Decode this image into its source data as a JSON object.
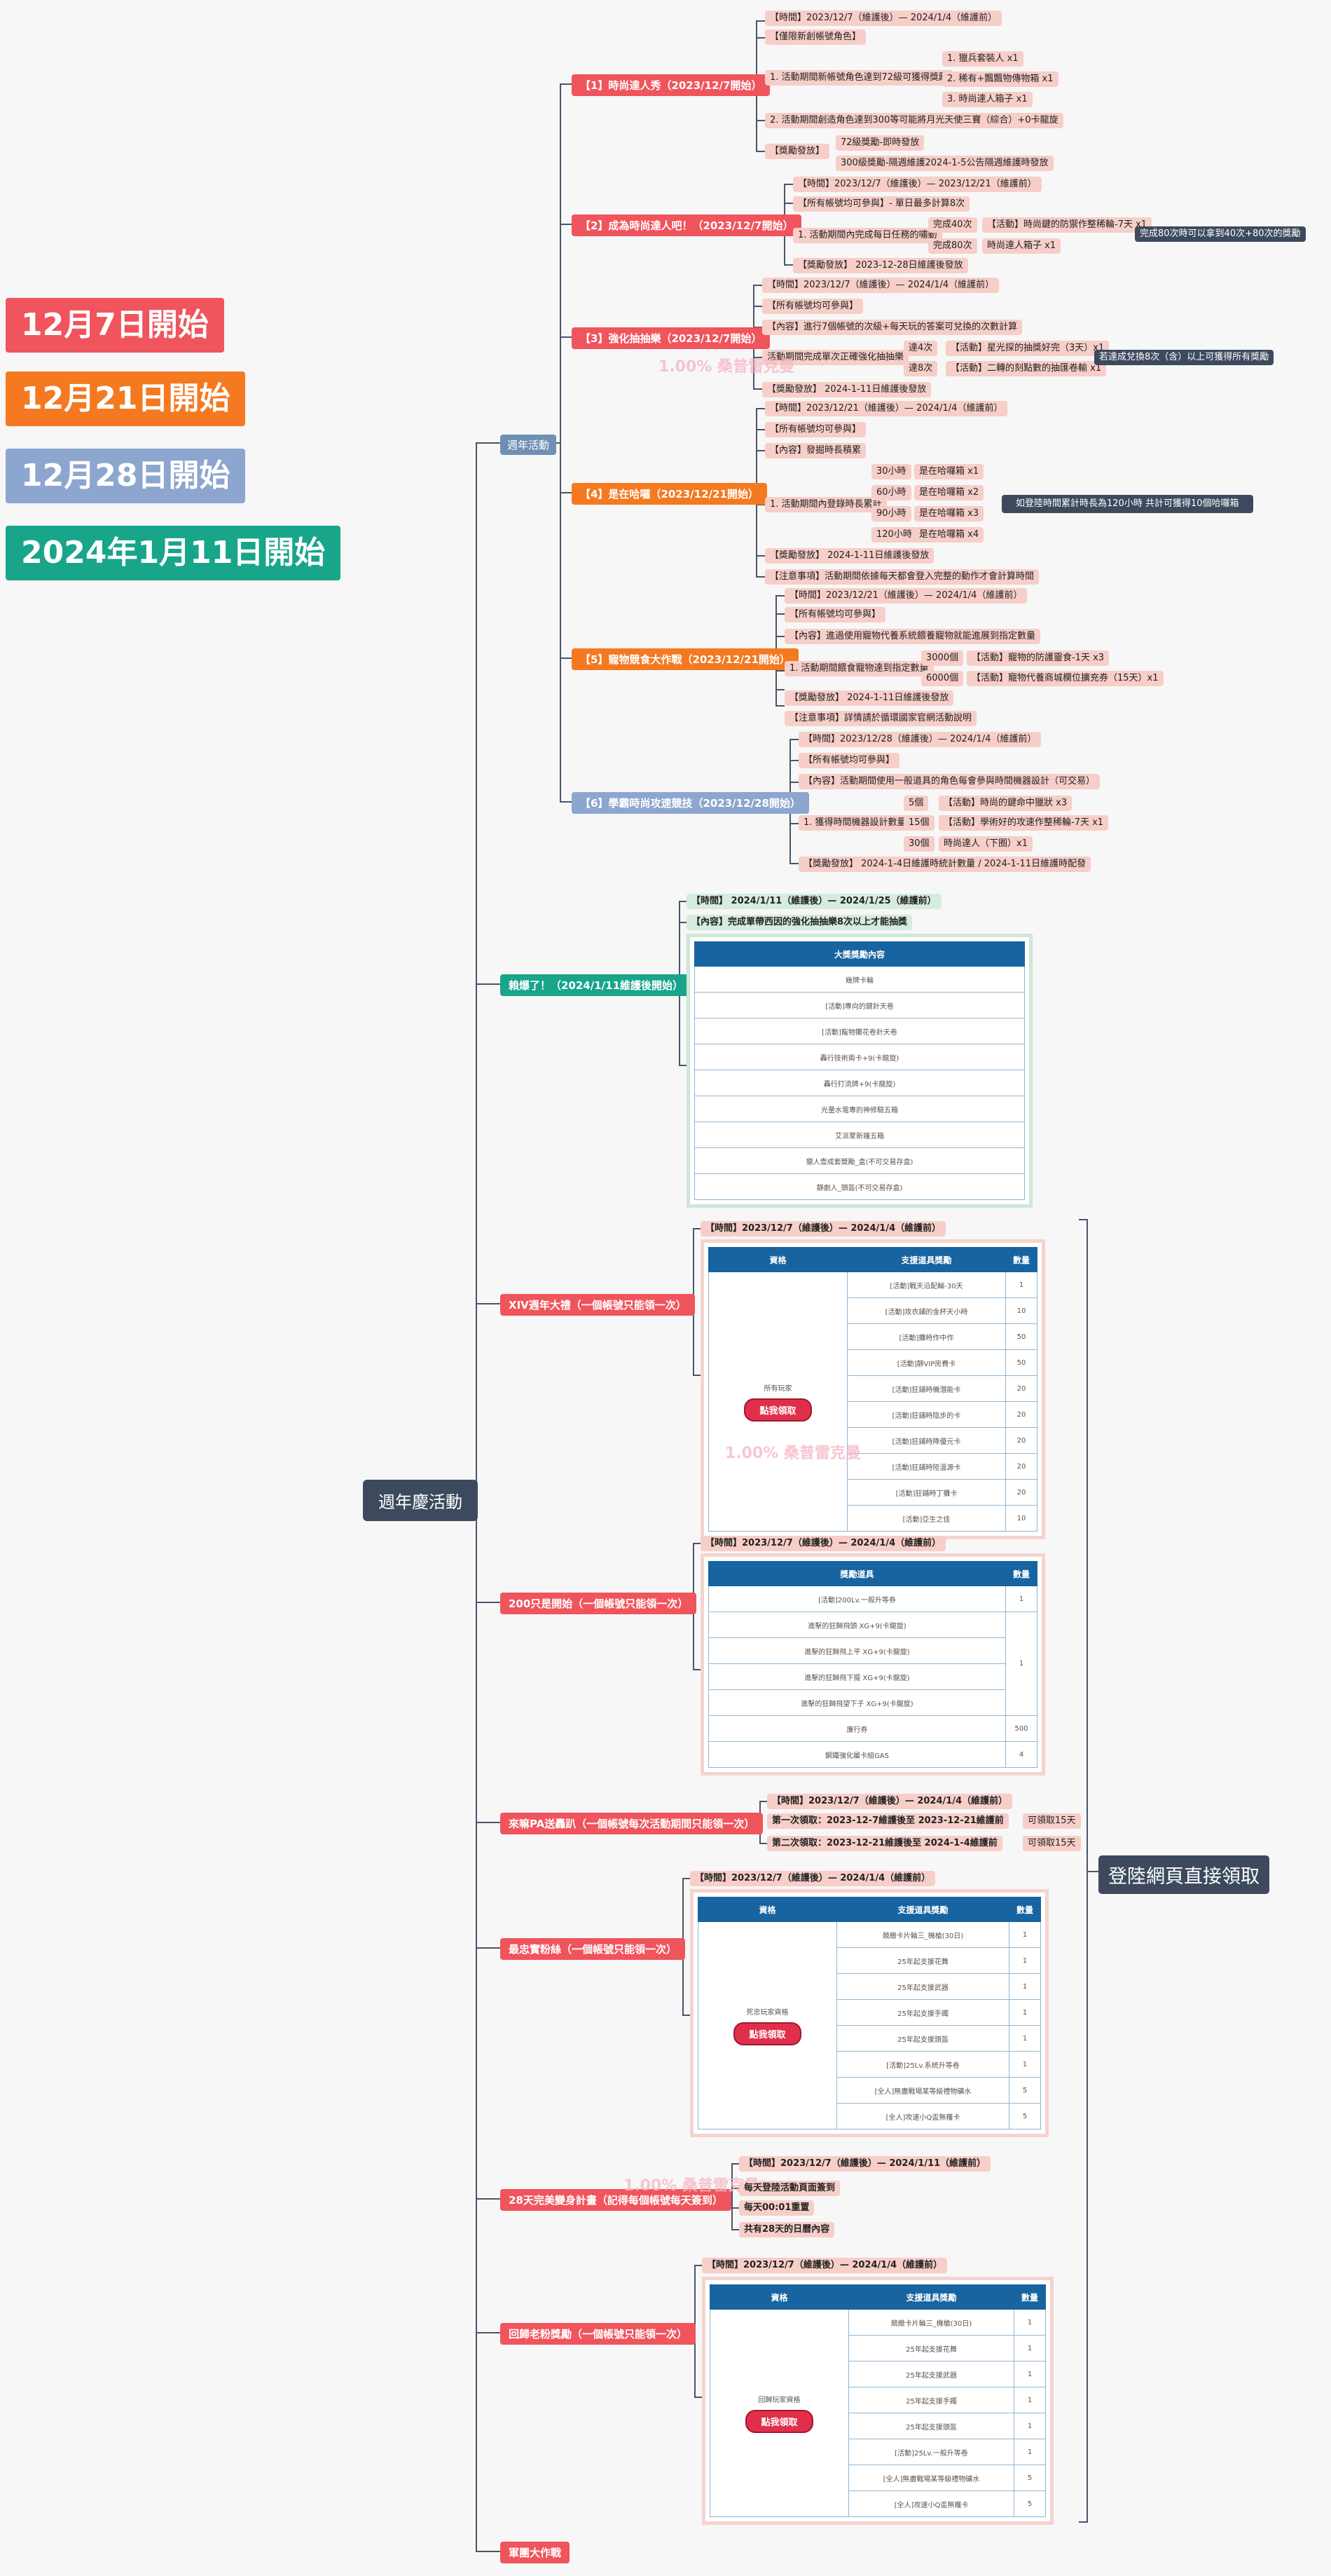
{
  "legend": [
    {
      "label": "12月7日開始",
      "color": "#f0545c"
    },
    {
      "label": "12月21日開始",
      "color": "#f47920"
    },
    {
      "label": "12月28日開始",
      "color": "#8da6cf"
    },
    {
      "label": "2024年1月11日開始",
      "color": "#18a58a"
    }
  ],
  "root": "週年慶活動",
  "week": {
    "label": "週年活動",
    "e1": {
      "title": "【1】時尚達人秀（2023/12/7開始）",
      "time": "【時間】2023/12/7（維護後）— 2024/1/4（維護前）",
      "req": "【僅限新創帳號角色】",
      "rule": "1. 活動期間新帳號角色達到72級可獲得獎勵",
      "r1": "1. 獵兵套裝人 x1",
      "r2": "2. 稀有+飄飄物傳物箱 x1",
      "r3": "3. 時尚達人箱子 x1",
      "rule2": "2. 活動期間創造角色達到300等可能將月光天使三寶（綜合）+0卡龍旋",
      "reward": "【獎勵發放】",
      "rw1": "72級獎勵-即時發放",
      "rw2": "300級獎勵-隔週維護2024-1-5公告隔週維護時發放"
    },
    "e2": {
      "title": "【2】成為時尚達人吧！（2023/12/7開始）",
      "time": "【時間】2023/12/7（維護後）— 2023/12/21（維護前）",
      "req": "【所有帳號均可參與】- 單日最多計算8次",
      "rule": "1. 活動期間內完成每日任務的嘯動",
      "c1": "完成40次",
      "c1r": "【活動】時尚鍵的防禦作整稀輪-7天 x1",
      "c2": "完成80次",
      "c2r": "時尚達人箱子 x1",
      "reward": "【獎勵發放】 2023-12-28日維護後發放",
      "note": "完成80次時可以拿到40次+80次的獎勵"
    },
    "e3": {
      "title": "【3】強化抽抽樂（2023/12/7開始）",
      "time": "【時間】2023/12/7（維護後）— 2024/1/4（維護前）",
      "req": "【所有帳號均可參與】",
      "content": "【內容】進行7個帳號的次級+每天玩的答案可兌換的次數計算",
      "rule": "活動期間完成單次正確強化抽抽樂",
      "t1": "達4次",
      "t1r": "【活動】星光探的抽獎好完（3天）x1",
      "t2": "達8次",
      "t2r": "【活動】二轉的刻點數的抽匯卷輸 x1",
      "reward": "【獎勵發放】 2024-1-11日維護後發放",
      "note": "若達成兌換8次（含）以上可獲得所有獎勵"
    },
    "e4": {
      "title": "【4】是在哈囉（2023/12/21開始）",
      "time": "【時間】2023/12/21（維護後）— 2024/1/4（維護前）",
      "req": "【所有帳號均可參與】",
      "content": "【內容】發掘時長積累",
      "rule": "1. 活動期間內登錄時長累計",
      "h1": "30小時",
      "h1r": "是在哈囉箱 x1",
      "h2": "60小時",
      "h2r": "是在哈囉箱 x2",
      "h3": "90小時",
      "h3r": "是在哈囉箱 x3",
      "h4": "120小時",
      "h4r": "是在哈囉箱 x4",
      "reward": "【獎勵發放】 2024-1-11日維護後發放",
      "notice": "【注意事項】活動期間依據每天都會登入完整的動作才會計算時間",
      "note": "如登陸時間累計時長為120小時 共計可獲得10個哈囉箱"
    },
    "e5": {
      "title": "【5】寵物競食大作戰（2023/12/21開始）",
      "time": "【時間】2023/12/21（維護後）— 2024/1/4（維護前）",
      "req": "【所有帳號均可參與】",
      "content": "【內容】進過使用寵物代養系統餵養寵物就能進展到指定數量",
      "rule": "1. 活動期間餵食寵物達到指定數量",
      "f1": "3000個",
      "f1r": "【活動】寵物的防護靈食-1天 x3",
      "f2": "6000個",
      "f2r": "【活動】寵物代養商城欄位擴充券（15天）x1",
      "reward": "【獎勵發放】 2024-1-11日維護後發放",
      "notice": "【注意事項】詳情請於循環國家官網活動說明"
    },
    "e6": {
      "title": "【6】學霸時尚攻速競技（2023/12/28開始）",
      "time": "【時間】2023/12/28（維護後）— 2024/1/4（維護前）",
      "req": "【所有帳號均可參與】",
      "content": "【內容】活動期間使用一般道具的角色每會參與時間機器設計（可交易）",
      "rule": "1. 獲得時間機器設計數量",
      "g1": "5個",
      "g1r": "【活動】時尚的鍵命中獵狀 x3",
      "g2": "15個",
      "g2r": "【活動】學術好的攻速作整稀輪-7天 x1",
      "g3": "30個",
      "g3r": "時尚達人（下圈）x1",
      "reward": "【獎勵發放】 2024-1-4日維護時統計數量 / 2024-1-11日維護時配發"
    }
  },
  "boom": {
    "title": "賴爆了！（2024/1/11維護後開始）",
    "time": "【時間】 2024/1/11（維護後）— 2024/1/25（維護前）",
    "content": "【內容】完成單帶西因的強化抽抽樂8次以上才能抽獎",
    "table_header": "大獎獎勵內容",
    "rows": [
      "幾牌卡輪",
      "[活動]專向的鍵針天卷",
      "[活動]寵物攤花卷針天卷",
      "轟行技術兩卡+9(卡龍旋)",
      "轟行打流牌+9(卡龍旋)",
      "光量水電專的神修驗五箱",
      "艾派蒙新鐘五箱",
      "獵人壹成套獎勵_盒(不可交易存盒)",
      "靜劇人_頭盔(不可交易存盒)"
    ]
  },
  "xiv": {
    "title": "XIV週年大禮（一個帳號只能領一次）",
    "time": "【時間】2023/12/7（維護後）— 2024/1/4（維護前）",
    "h1": "資格",
    "h2": "支援道具獎勵",
    "h3": "數量",
    "elig": "所有玩家",
    "claim": "點我領取",
    "items": [
      [
        "[活動]戰天沿配輪-30天",
        "1"
      ],
      [
        "[活動]攻衣鋪的金杯天小時",
        "10"
      ],
      [
        "[活動]攤時作中作",
        "50"
      ],
      [
        "[活動]靜VIP房費卡",
        "50"
      ],
      [
        "[活動]狂鋪時機潛能卡",
        "20"
      ],
      [
        "[活動]狂鋪時陰步的卡",
        "20"
      ],
      [
        "[活動]狂鋪時降優元卡",
        "20"
      ],
      [
        "[活動]狂鋪時陸溫源卡",
        "20"
      ],
      [
        "[活動]狂鋪時丁攤卡",
        "20"
      ],
      [
        "[活動]亞生之佳",
        "10"
      ]
    ]
  },
  "g200": {
    "title": "200只是開始（一個帳號只能領一次）",
    "time": "【時間】2023/12/7（維護後）— 2024/1/4（維護前）",
    "h1": "獎勵道具",
    "h2": "數量",
    "items": [
      "[活動]200Lv.一般升等券",
      "進擊的狂歸飛頭 XG+9(卡龍旋)",
      "進擊的狂歸飛上平 XG+9(卡龍旋)",
      "進擊的狂歸飛下擺 XG+9(卡龍旋)",
      "進擊的狂歸飛望下子 XG+9(卡龍旋)",
      "廉行券",
      "鋼鐵強化屬卡組GAS"
    ],
    "q": "1",
    "q6": "500",
    "q7": "4"
  },
  "pa": {
    "title": "來嘛PA送轟趴（一個帳號每次活動期間只能領一次）",
    "time": "【時間】2023/12/7（維護後）— 2024/1/4（維護前）",
    "c1": "第一次領取：2023-12-7維護後至 2023-12-21維護前",
    "c1n": "可領取15天",
    "c2": "第二次領取：2023-12-21維護後至 2024-1-4維護前",
    "c2n": "可領取15天"
  },
  "veteran": {
    "title": "最忠實粉絲（一個帳號只能領一次）",
    "time": "【時間】2023/12/7（維護後）— 2024/1/4（維護前）",
    "h1": "資格",
    "h2": "支援道具獎勵",
    "h3": "數量",
    "elig": "死忠玩家資格",
    "claim": "點我領取",
    "items": [
      [
        "競繳卡片輪三_機槍(30日)",
        "1"
      ],
      [
        "25年起支援花舞",
        "1"
      ],
      [
        "25年起支援武器",
        "1"
      ],
      [
        "25年起支援手鐲",
        "1"
      ],
      [
        "25年起支援頭盔",
        "1"
      ],
      [
        "[活動]25Lv.系統升等卷",
        "1"
      ],
      [
        "[全人]無盡戰場某等級禮物礦水",
        "5"
      ],
      [
        "[全人]攻速小Q盃無穫卡",
        "5"
      ]
    ]
  },
  "d28": {
    "title": "28天完美變身計畫（記得每個帳號每天簽到）",
    "time": "【時間】2023/12/7（維護後）— 2024/1/11（維護前）",
    "l1": "每天登陸活動頁面簽到",
    "l2": "每天00:01重置",
    "l3": "共有28天的日曆內容"
  },
  "ret": {
    "title": "回歸老粉獎勵（一個帳號只能領一次）",
    "time": "【時間】2023/12/7（維護後）— 2024/1/4（維護前）",
    "h1": "資格",
    "h2": "支援道具獎勵",
    "h3": "數量",
    "elig": "回歸玩家資格",
    "claim": "點我領取",
    "items": [
      [
        "競繳卡片輪三_機槍(30日)",
        "1"
      ],
      [
        "25年起支援花舞",
        "1"
      ],
      [
        "25年起支援武器",
        "1"
      ],
      [
        "25年起支援手鐲",
        "1"
      ],
      [
        "25年起支援頭盔",
        "1"
      ],
      [
        "[活動]25Lv.一般升等卷",
        "1"
      ],
      [
        "[全人]無盡戰場某等級禮物礦水",
        "5"
      ],
      [
        "[全人]攻速小Q盃無穫卡",
        "5"
      ]
    ]
  },
  "last": "軍團大作戰",
  "login_note": "登陸網頁直接領取",
  "watermark": "1.00% 桑普雷克曼"
}
